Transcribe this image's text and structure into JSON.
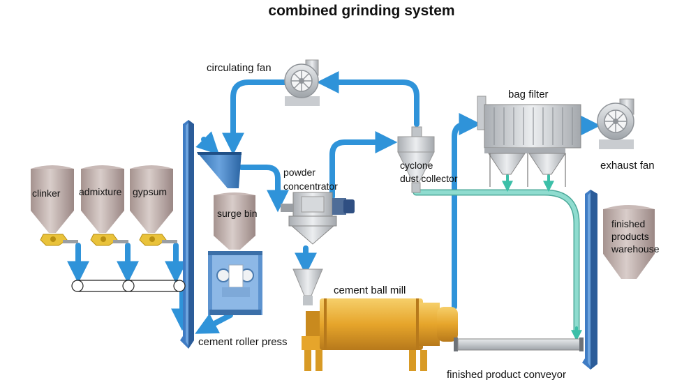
{
  "title": "combined grinding system",
  "labels": {
    "circulating_fan": "circulating fan",
    "bag_filter": "bag filter",
    "exhaust_fan": "exhaust fan",
    "powder_concentrator_1": "powder",
    "powder_concentrator_2": "concentrator",
    "cyclone_1": "cyclone",
    "cyclone_2": "dust collector",
    "clinker": "clinker",
    "admixture": "admixture",
    "gypsum": "gypsum",
    "surge_bin": "surge bin",
    "cement_ball_mill": "cement ball mill",
    "cement_roller_press": "cement roller press",
    "warehouse_1": "finished",
    "warehouse_2": "products",
    "warehouse_3": "warehouse",
    "finished_product_conveyor": "finished product conveyor"
  },
  "colors": {
    "flow": "#2f93d9",
    "product_flow": "#7fd0c4",
    "elevator": "#3f7cc4",
    "silo": "#b9a6a3",
    "mill": "#e2a631",
    "feeder": "#e9c23a",
    "steel": "#b8bcc2"
  }
}
